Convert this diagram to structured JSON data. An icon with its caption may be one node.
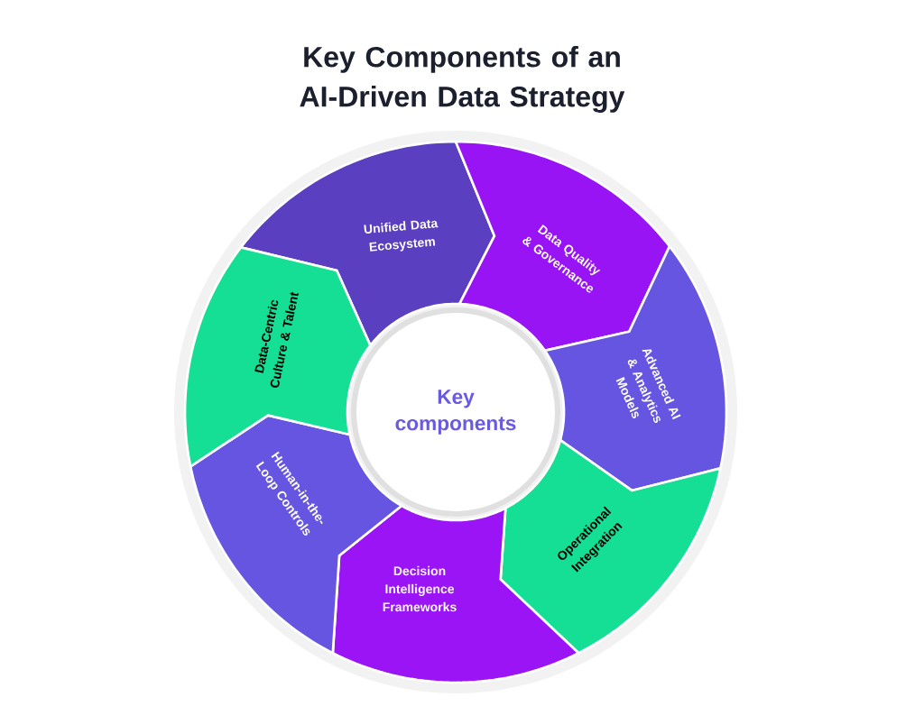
{
  "diagram": {
    "title": "Key Components of an AI-Driven Data Strategy",
    "nodes": [
      {
        "text": [
          "Key components"
        ]
      },
      {
        "text": [
          "Unified Data Ecosystem"
        ]
      },
      {
        "text": [
          "Data Quality & Governance"
        ]
      },
      {
        "text": [
          "Advanced AI & Analytics Models"
        ]
      },
      {
        "text": [
          "Operational Integration"
        ]
      },
      {
        "text": [
          "Decision Intelligence Frameworks"
        ]
      },
      {
        "text": [
          "Human-in-the-Loop Controls"
        ]
      },
      {
        "text": [
          "Data-Centric Culture & Talent"
        ]
      }
    ]
  }
}
